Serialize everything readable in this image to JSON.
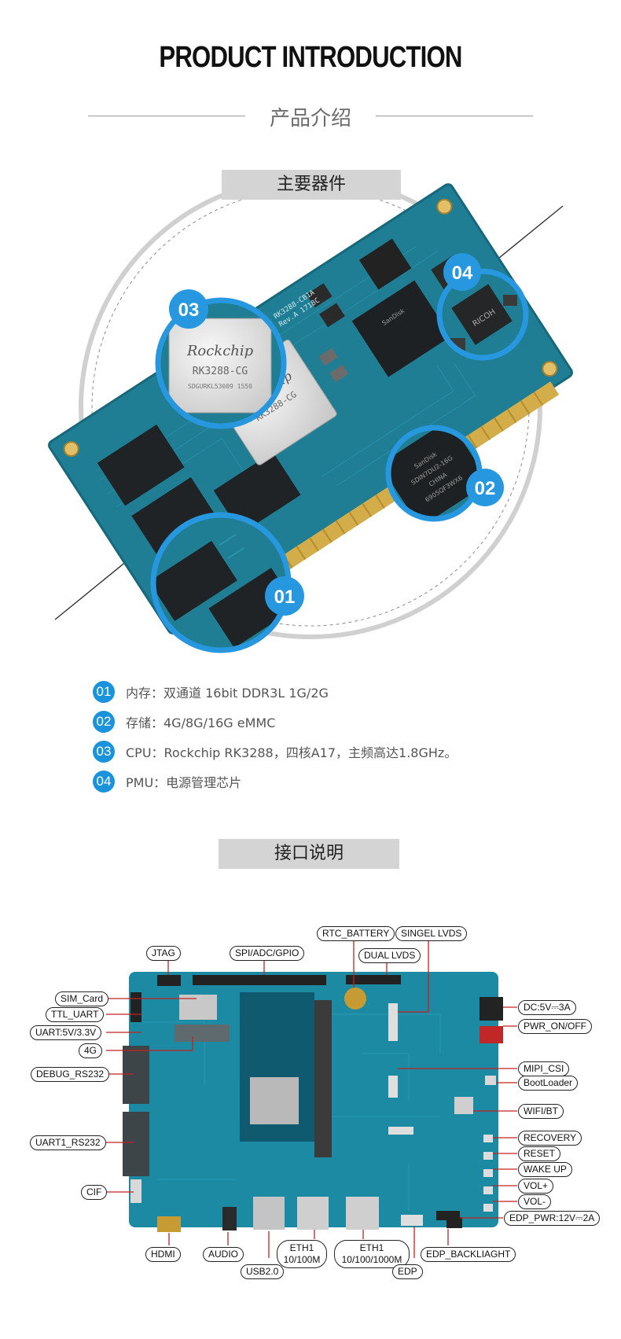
{
  "header": {
    "title": "PRODUCT INTRODUCTION",
    "subtitle": "产品介绍"
  },
  "components_section": {
    "tag": "主要器件",
    "badges": [
      "01",
      "02",
      "03",
      "04"
    ],
    "chip_brand": "Rockchip",
    "chip_model": "RK3288-CG",
    "chip_code": "SDGURKL53009 1550",
    "flash_brand": "SanDisk",
    "flash_line1": "SDIN7DU2-16G",
    "flash_line2": "CHINA",
    "flash_line3": "6905QF3WX6",
    "pmic_brand": "RICOH",
    "pcb_label": "RK3288-CB1A",
    "pcb_rev": "Rev.A 1718C"
  },
  "features": [
    {
      "num": "01",
      "text": "内存：双通道 16bit DDR3L 1G/2G"
    },
    {
      "num": "02",
      "text": "存储：4G/8G/16G eMMC"
    },
    {
      "num": "03",
      "text": "CPU：Rockchip RK3288，四核A17，主频高达1.8GHz。"
    },
    {
      "num": "04",
      "text": "PMU：电源管理芯片"
    }
  ],
  "interfaces_section": {
    "tag": "接口说明",
    "callouts": {
      "rtc_battery": "RTC_BATTERY",
      "singel_lvds": "SINGEL LVDS",
      "jtag": "JTAG",
      "spi": "SPI/ADC/GPIO",
      "dual_lvds": "DUAL LVDS",
      "sim_card": "SIM_Card",
      "ttl_uart": "TTL_UART",
      "uart_v": "UART:5V/3.3V",
      "four_g": "4G",
      "debug_rs232": "DEBUG_RS232",
      "uart1_rs232": "UART1_RS232",
      "cif": "CIF",
      "hdmi": "HDMI",
      "audio": "AUDIO",
      "usb": "USB2.0",
      "eth1a_line1": "ETH1",
      "eth1a_line2": "10/100M",
      "eth1b_line1": "ETH1",
      "eth1b_line2": "10/100/1000M",
      "edp": "EDP",
      "edp_backlight": "EDP_BACKLIAGHT",
      "dc": "DC:5V⎓3A",
      "pwr": "PWR_ON/OFF",
      "mipi": "MIPI_CSI",
      "bootloader": "BootLoader",
      "wifi": "WIFI/BT",
      "recovery": "RECOVERY",
      "reset": "RESET",
      "wakeup": "WAKE UP",
      "volp": "VOL+",
      "volm": "VOL-",
      "edp_pwr": "EDP_PWR:12V⎓2A"
    }
  },
  "colors": {
    "badge_blue": "#1a93dd",
    "pcb_teal": "#1f7e94",
    "tag_gray": "#d4d4d4"
  }
}
